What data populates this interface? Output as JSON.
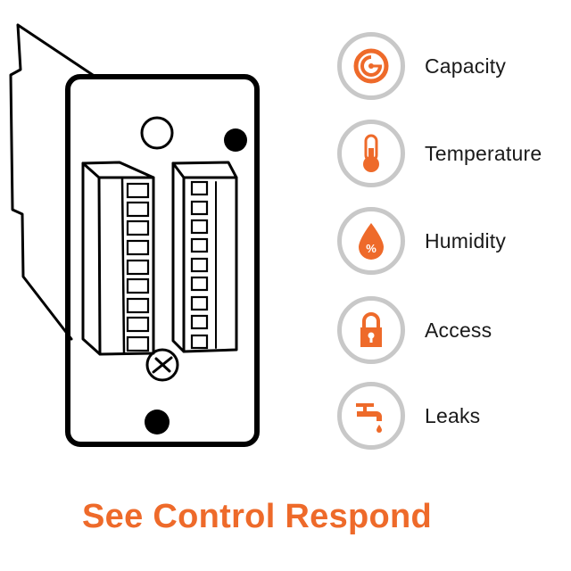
{
  "accent_color": "#ee6a2a",
  "features": [
    {
      "label": "Capacity",
      "icon": "gauge-icon"
    },
    {
      "label": "Temperature",
      "icon": "thermometer-icon"
    },
    {
      "label": "Humidity",
      "icon": "humidity-drop-icon"
    },
    {
      "label": "Access",
      "icon": "padlock-icon"
    },
    {
      "label": "Leaks",
      "icon": "faucet-leak-icon"
    }
  ],
  "tagline": "See Control Respond",
  "device": {
    "description": "sensor module faceplate with two terminal blocks",
    "terminal_blocks": 2,
    "terminals_per_block": 9
  }
}
